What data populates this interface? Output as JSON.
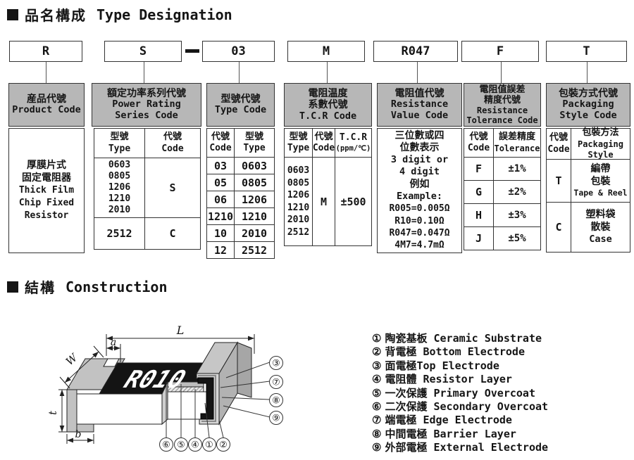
{
  "titles": {
    "s1_cjk": "品名構成",
    "s1_en": "Type Designation",
    "s2_cjk": "結構",
    "s2_en": "Construction"
  },
  "code_row": {
    "codes": [
      "R",
      "S",
      "03",
      "M",
      "R047",
      "F",
      "T"
    ]
  },
  "col1": {
    "header": [
      "産品代號",
      "Product Code"
    ],
    "body": [
      "厚膜片式",
      "固定電阻器",
      "Thick Film",
      "Chip Fixed",
      "Resistor"
    ]
  },
  "col2": {
    "header": [
      "額定功率系列代號",
      "Power Rating",
      "Series Code"
    ],
    "th": [
      "型號",
      "Type",
      "代號",
      "Code"
    ],
    "group1_types": [
      "0603",
      "0805",
      "1206",
      "1210",
      "2010"
    ],
    "group1_code": "S",
    "group2_type": "2512",
    "group2_code": "C"
  },
  "col3": {
    "header": [
      "型號代號",
      "Type Code"
    ],
    "th": [
      "代號",
      "Code",
      "型號",
      "Type"
    ],
    "rows": [
      [
        "03",
        "0603"
      ],
      [
        "05",
        "0805"
      ],
      [
        "06",
        "1206"
      ],
      [
        "1210",
        "1210"
      ],
      [
        "10",
        "2010"
      ],
      [
        "12",
        "2512"
      ]
    ]
  },
  "col4": {
    "header": [
      "電阻温度",
      "系數代號",
      "T.C.R Code"
    ],
    "th": [
      "型號",
      "Type",
      "代號",
      "Code",
      "T.C.R",
      "(ppm/℃)"
    ],
    "types": [
      "0603",
      "0805",
      "1206",
      "1210",
      "2010",
      "2512"
    ],
    "code": "M",
    "tcr": "±500"
  },
  "col5": {
    "header": [
      "電阻值代號",
      "Resistance",
      "Value Code"
    ],
    "body": [
      "三位數或四",
      "位數表示",
      "3 digit or",
      "4 digit",
      "例如",
      "Example:",
      "R005=0.005Ω",
      "R10=0.10Ω",
      "R047=0.047Ω",
      "4M7=4.7mΩ"
    ]
  },
  "col6": {
    "header": [
      "電阻值誤差",
      "精度代號",
      "Resistance",
      "Tolerance Code"
    ],
    "th": [
      "代號",
      "Code",
      "誤差精度",
      "Tolerance"
    ],
    "rows": [
      [
        "F",
        "±1%"
      ],
      [
        "G",
        "±2%"
      ],
      [
        "H",
        "±3%"
      ],
      [
        "J",
        "±5%"
      ]
    ]
  },
  "col7": {
    "header": [
      "包裝方式代號",
      "Packaging",
      "Style Code"
    ],
    "th": [
      "代號",
      "Code",
      "包裝方法",
      "Packaging",
      "Style"
    ],
    "row_t": {
      "code": "T",
      "style": [
        "編帶",
        "包裝",
        "Tape & Reel"
      ]
    },
    "row_c": {
      "code": "C",
      "style": [
        "塑料袋",
        "散裝",
        "Case"
      ]
    }
  },
  "diagram": {
    "marking": "R010",
    "dim_L": "L",
    "dim_a": "a",
    "dim_W": "W",
    "dim_t": "t",
    "dim_b": "b",
    "callouts_right": [
      "③",
      "⑦",
      "⑧",
      "⑨"
    ],
    "callouts_bottom": [
      "⑥",
      "⑤",
      "④",
      "①",
      "②"
    ]
  },
  "legend": [
    {
      "num": "①",
      "text": "陶瓷基板 Ceramic Substrate"
    },
    {
      "num": "②",
      "text": "背電極 Bottom Electrode"
    },
    {
      "num": "③",
      "text": "面電極Top Electrode"
    },
    {
      "num": "④",
      "text": "電阻體 Resistor Layer"
    },
    {
      "num": "⑤",
      "text": "一次保護 Primary Overcoat"
    },
    {
      "num": "⑥",
      "text": "二次保護 Secondary Overcoat"
    },
    {
      "num": "⑦",
      "text": "端電極 Edge Electrode"
    },
    {
      "num": "⑧",
      "text": "中間電極 Barrier Layer"
    },
    {
      "num": "⑨",
      "text": "外部電極 External Electrode"
    }
  ],
  "colors": {
    "header_fill": "#b7b7b7",
    "line": "#333333",
    "overcoat_black": "#141414"
  }
}
